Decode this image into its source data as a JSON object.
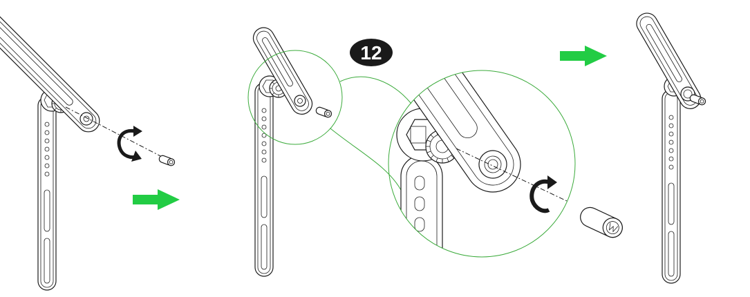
{
  "diagram": {
    "step_number": "12",
    "colors": {
      "line": "#1a1a1a",
      "magnifier": "#3aaa3a",
      "arrow": "#22cc44",
      "badge": "#1a1a1a"
    },
    "icons": [
      "rotate-arrow-icon",
      "right-arrow-icon",
      "knob-icon",
      "magnifier-icon"
    ],
    "panels": [
      "bracket-before",
      "bracket-step-12",
      "detail-zoom",
      "bracket-assembled"
    ]
  }
}
